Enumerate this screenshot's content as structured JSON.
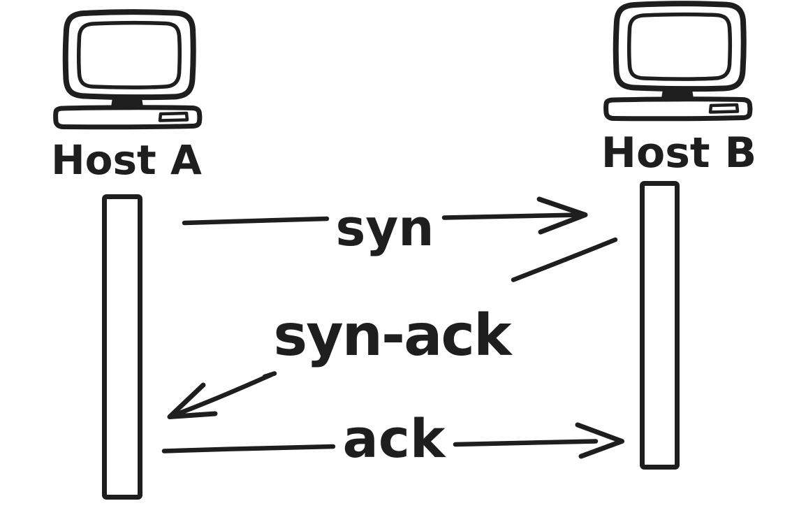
{
  "canvas": {
    "background_color": "#ffffff",
    "ink_color": "#1e1e1e",
    "style": "hand-drawn"
  },
  "hosts": [
    {
      "id": "host-a",
      "label": "Host A",
      "icon": "desktop-computer-icon"
    },
    {
      "id": "host-b",
      "label": "Host B",
      "icon": "desktop-computer-icon"
    }
  ],
  "lifelines": [
    {
      "host": "host-a"
    },
    {
      "host": "host-b"
    }
  ],
  "messages": [
    {
      "label": "syn",
      "from": "host-a",
      "to": "host-b",
      "direction": "right"
    },
    {
      "label": "syn-ack",
      "from": "host-b",
      "to": "host-a",
      "direction": "left"
    },
    {
      "label": "ack",
      "from": "host-a",
      "to": "host-b",
      "direction": "right"
    }
  ]
}
